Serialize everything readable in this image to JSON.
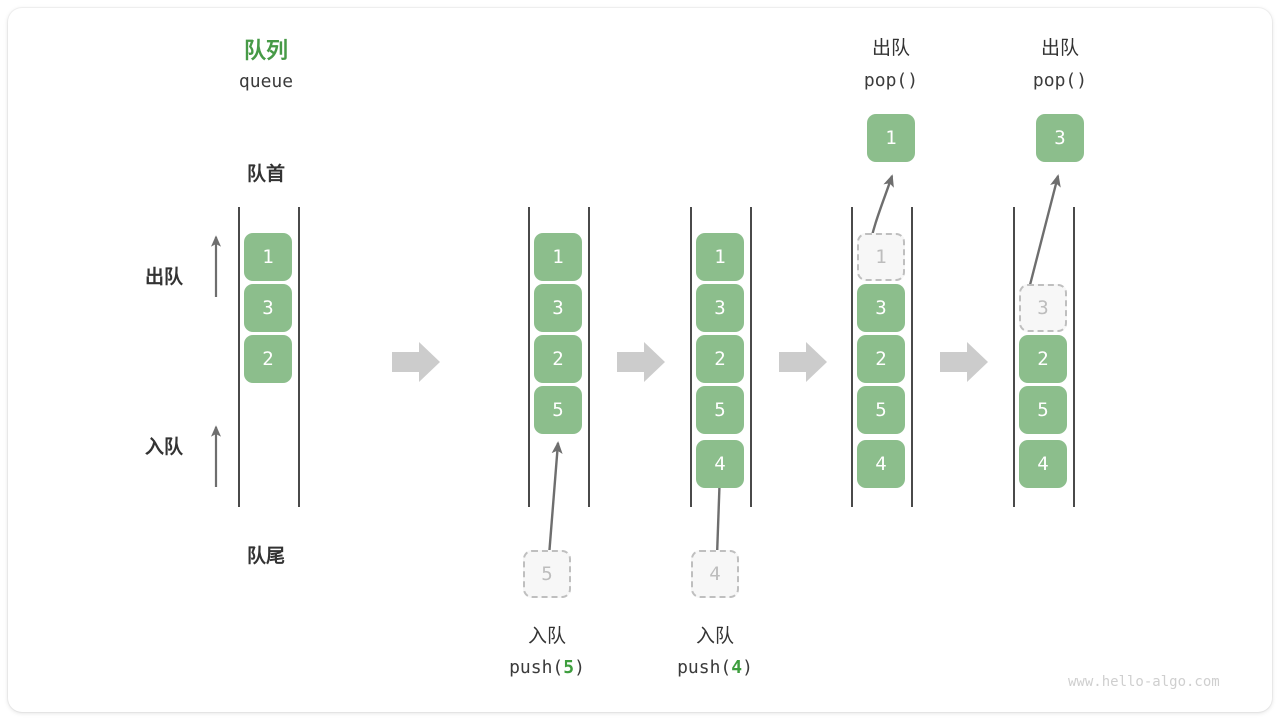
{
  "card": {
    "watermark": "www.hello-algo.com",
    "accent_green": "#479A47",
    "cell_green": "#8CBE8C",
    "ghost_gray": "#bdbdbd",
    "rail_gray": "#4a4a4a",
    "step_arrow_gray": "#c9c9c9"
  },
  "header": {
    "title_cn": "队列",
    "title_en": "queue",
    "front_label": "队首",
    "rear_label": "队尾",
    "pop_side_label": "出队",
    "push_side_label": "入队"
  },
  "steps": [
    {
      "id": "step-initial",
      "cells": [
        "1",
        "3",
        "2"
      ],
      "ghost_index": -1,
      "caption_cn": "",
      "caption_code": "",
      "incoming_ghost": "",
      "popped_value": "",
      "popped_caption_cn": "",
      "popped_caption_code": ""
    },
    {
      "id": "step-push-5",
      "cells": [
        "1",
        "3",
        "2",
        "5"
      ],
      "ghost_index": -1,
      "caption_cn": "入队",
      "caption_code": "push(5)",
      "caption_code_prefix": "push(",
      "caption_code_arg": "5",
      "caption_code_suffix": ")",
      "incoming_ghost": "5",
      "popped_value": "",
      "popped_caption_cn": "",
      "popped_caption_code": ""
    },
    {
      "id": "step-push-4",
      "cells": [
        "1",
        "3",
        "2",
        "5",
        "4"
      ],
      "ghost_index": -1,
      "caption_cn": "入队",
      "caption_code": "push(4)",
      "caption_code_prefix": "push(",
      "caption_code_arg": "4",
      "caption_code_suffix": ")",
      "incoming_ghost": "4",
      "popped_value": "",
      "popped_caption_cn": "",
      "popped_caption_code": ""
    },
    {
      "id": "step-pop-1",
      "cells": [
        "1",
        "3",
        "2",
        "5",
        "4"
      ],
      "ghost_index": 0,
      "caption_cn": "",
      "caption_code": "",
      "incoming_ghost": "",
      "popped_value": "1",
      "popped_caption_cn": "出队",
      "popped_caption_code": "pop()"
    },
    {
      "id": "step-pop-3",
      "cells": [
        "",
        "3",
        "2",
        "5",
        "4"
      ],
      "ghost_index": 1,
      "caption_cn": "",
      "caption_code": "",
      "incoming_ghost": "",
      "popped_value": "3",
      "popped_caption_cn": "出队",
      "popped_caption_code": "pop()"
    }
  ],
  "step_arrows": [
    "step-arrow-1",
    "step-arrow-2",
    "step-arrow-3",
    "step-arrow-4"
  ]
}
